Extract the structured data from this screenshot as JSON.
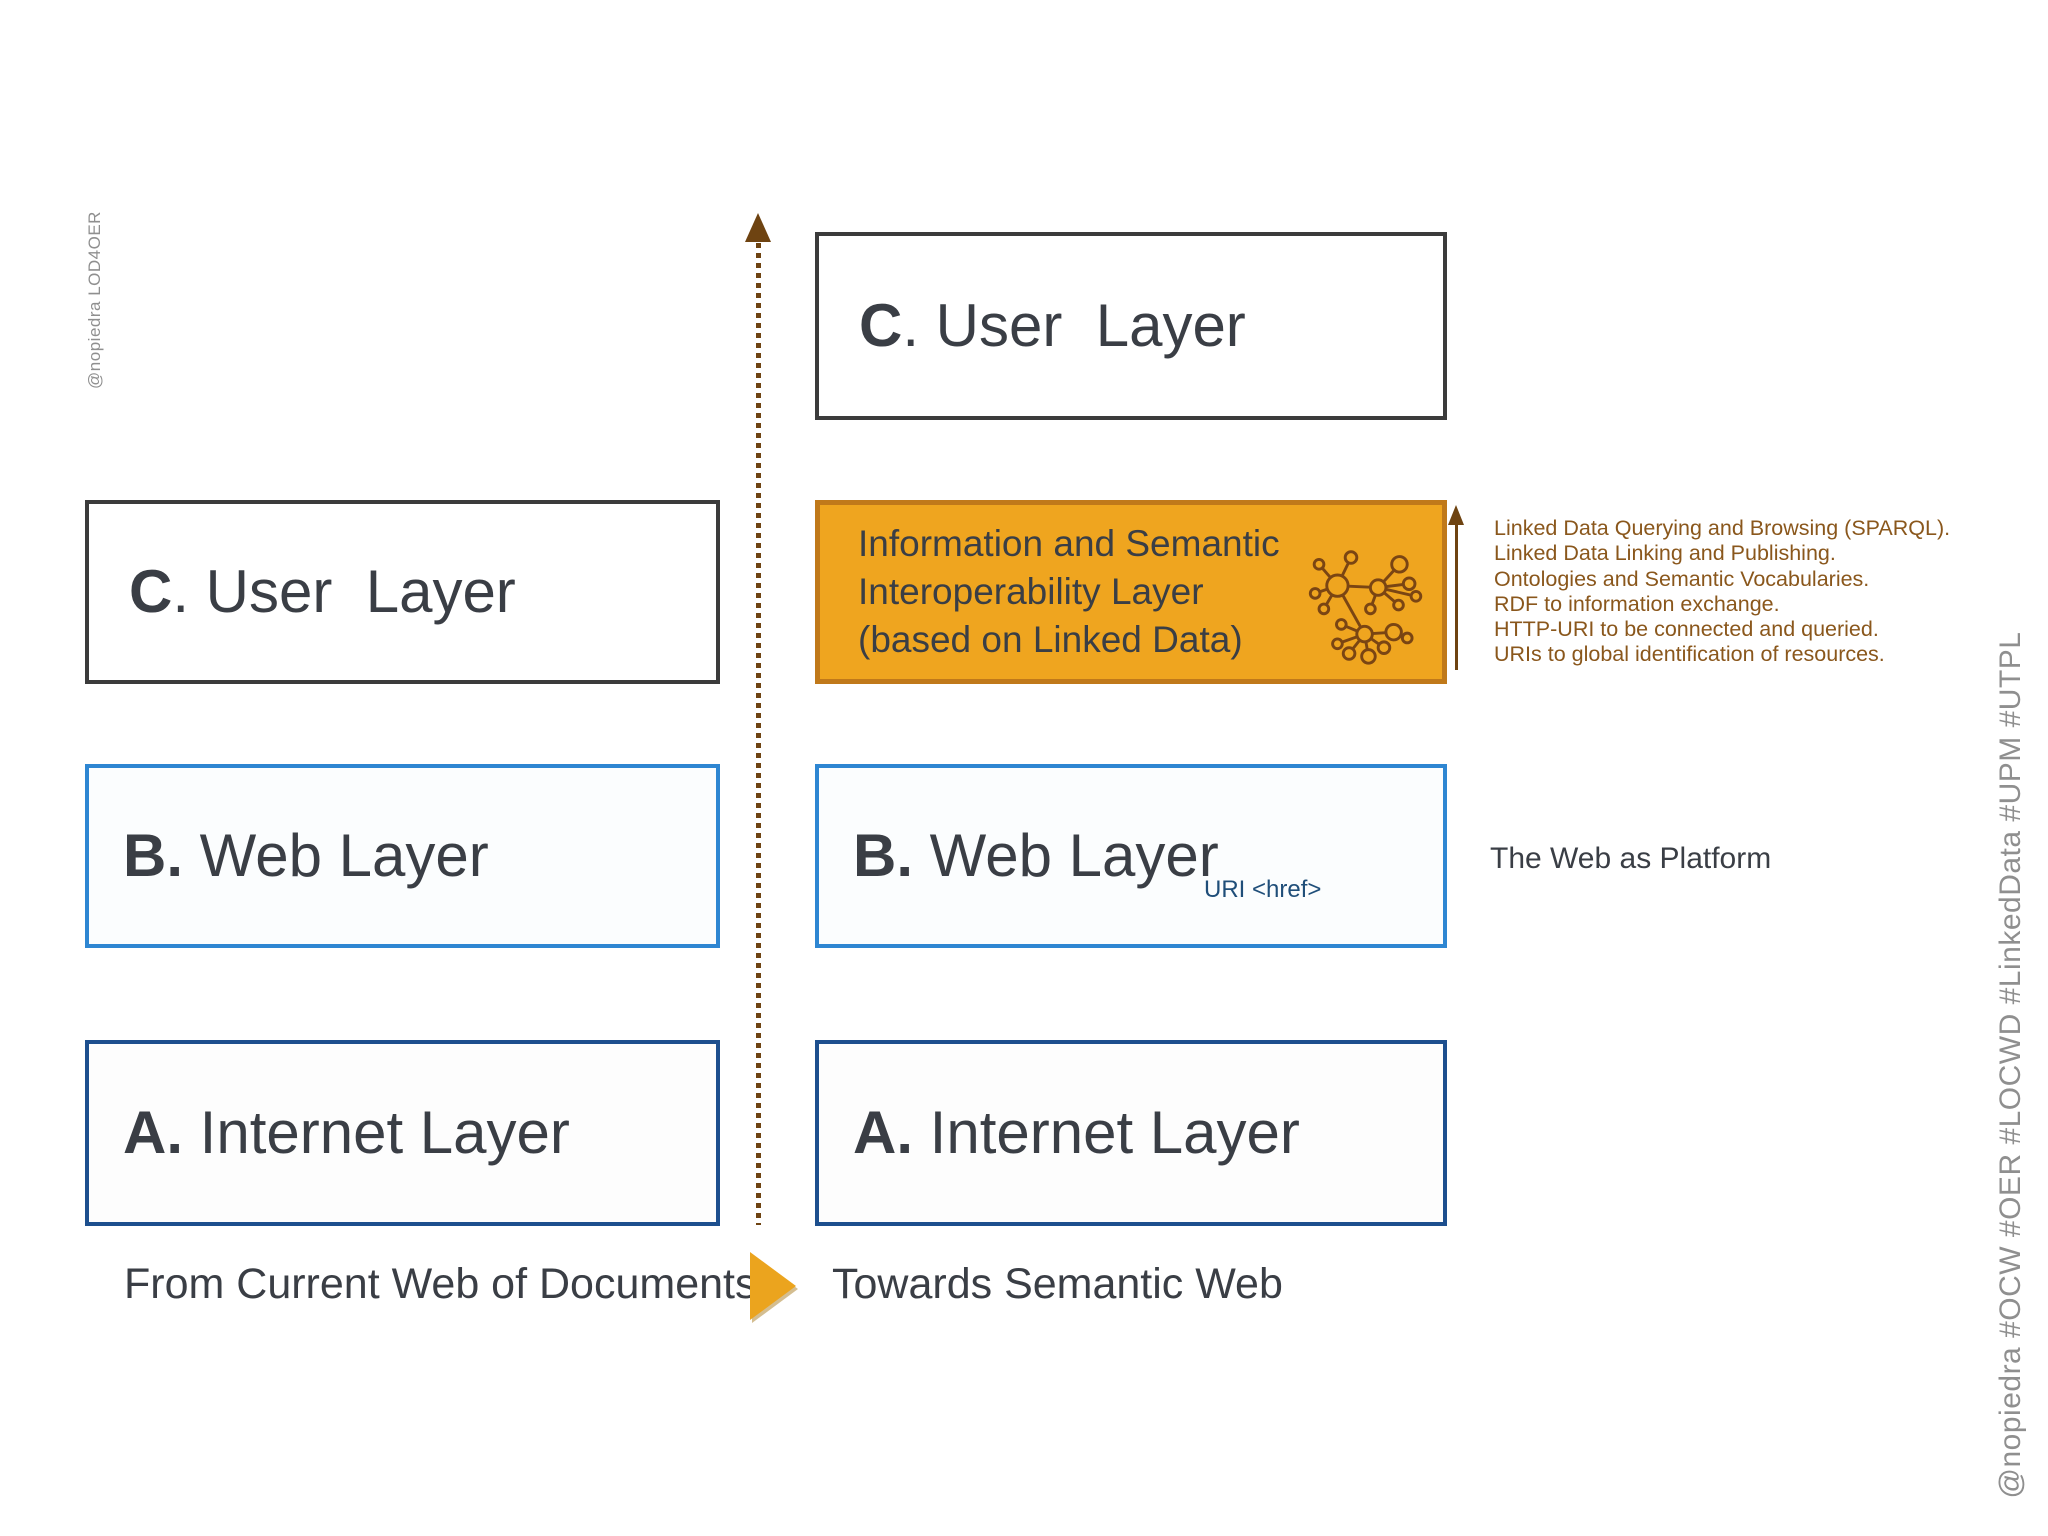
{
  "watermarks": {
    "left": "@nopiedra LOD4OER",
    "right": "@nopiedra #OCW #OER #LOCWD #LinkedData #UPM #UTPL"
  },
  "boxes": {
    "left_user": {
      "prefix": "C",
      "rest": ". User  Layer"
    },
    "left_web": {
      "prefix": "B.",
      "rest": " Web Layer"
    },
    "left_internet": {
      "prefix": "A.",
      "rest": " Internet Layer"
    },
    "right_user": {
      "prefix": "C",
      "rest": ". User  Layer"
    },
    "semantic": {
      "line1": "Information and Semantic",
      "line2": "Interoperability Layer",
      "line3": "(based on Linked Data)"
    },
    "right_web": {
      "prefix": "B.",
      "rest": " Web Layer",
      "uri_tag": "URI <href>"
    },
    "right_internet": {
      "prefix": "A.",
      "rest": " Internet Layer"
    }
  },
  "annotations": {
    "features": [
      "Linked Data Querying and Browsing (SPARQL).",
      "Linked Data Linking and Publishing.",
      "Ontologies and Semantic Vocabularies.",
      "RDF to information exchange.",
      "HTTP-URI to be connected and queried.",
      "URIs to global identification of resources."
    ],
    "platform": "The Web as Platform"
  },
  "captions": {
    "from": "From Current Web of Documents",
    "towards": "Towards Semantic Web"
  },
  "colors": {
    "accent_orange": "#efa51f",
    "orange_border": "#c0791a",
    "blue_bright": "#2e86d2",
    "blue_dark": "#1d4f8e",
    "box_gray": "#3b3b3b",
    "text_dark": "#3a3e45",
    "brown_arrow": "#6e4311",
    "brown_text": "#8a571c",
    "uri_blue": "#1f4e79",
    "gray_watermark": "#8f8f8f",
    "gold_triangle": "#eba41e",
    "icon_brown": "#7a4513"
  }
}
